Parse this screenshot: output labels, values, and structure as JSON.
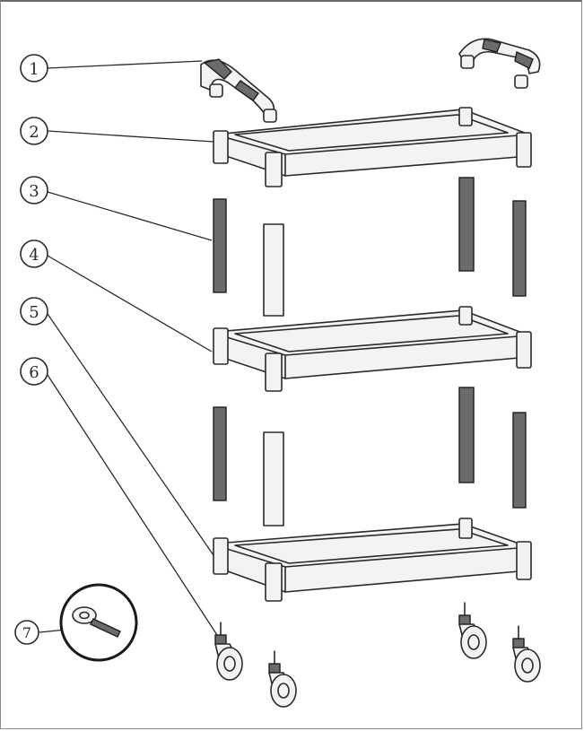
{
  "labels": [
    {
      "id": "1",
      "part": "handle"
    },
    {
      "id": "2",
      "part": "top-shelf"
    },
    {
      "id": "3",
      "part": "upper-post"
    },
    {
      "id": "4",
      "part": "middle-shelf"
    },
    {
      "id": "5",
      "part": "bottom-shelf"
    },
    {
      "id": "6",
      "part": "caster"
    },
    {
      "id": "7",
      "part": "wrench"
    }
  ]
}
